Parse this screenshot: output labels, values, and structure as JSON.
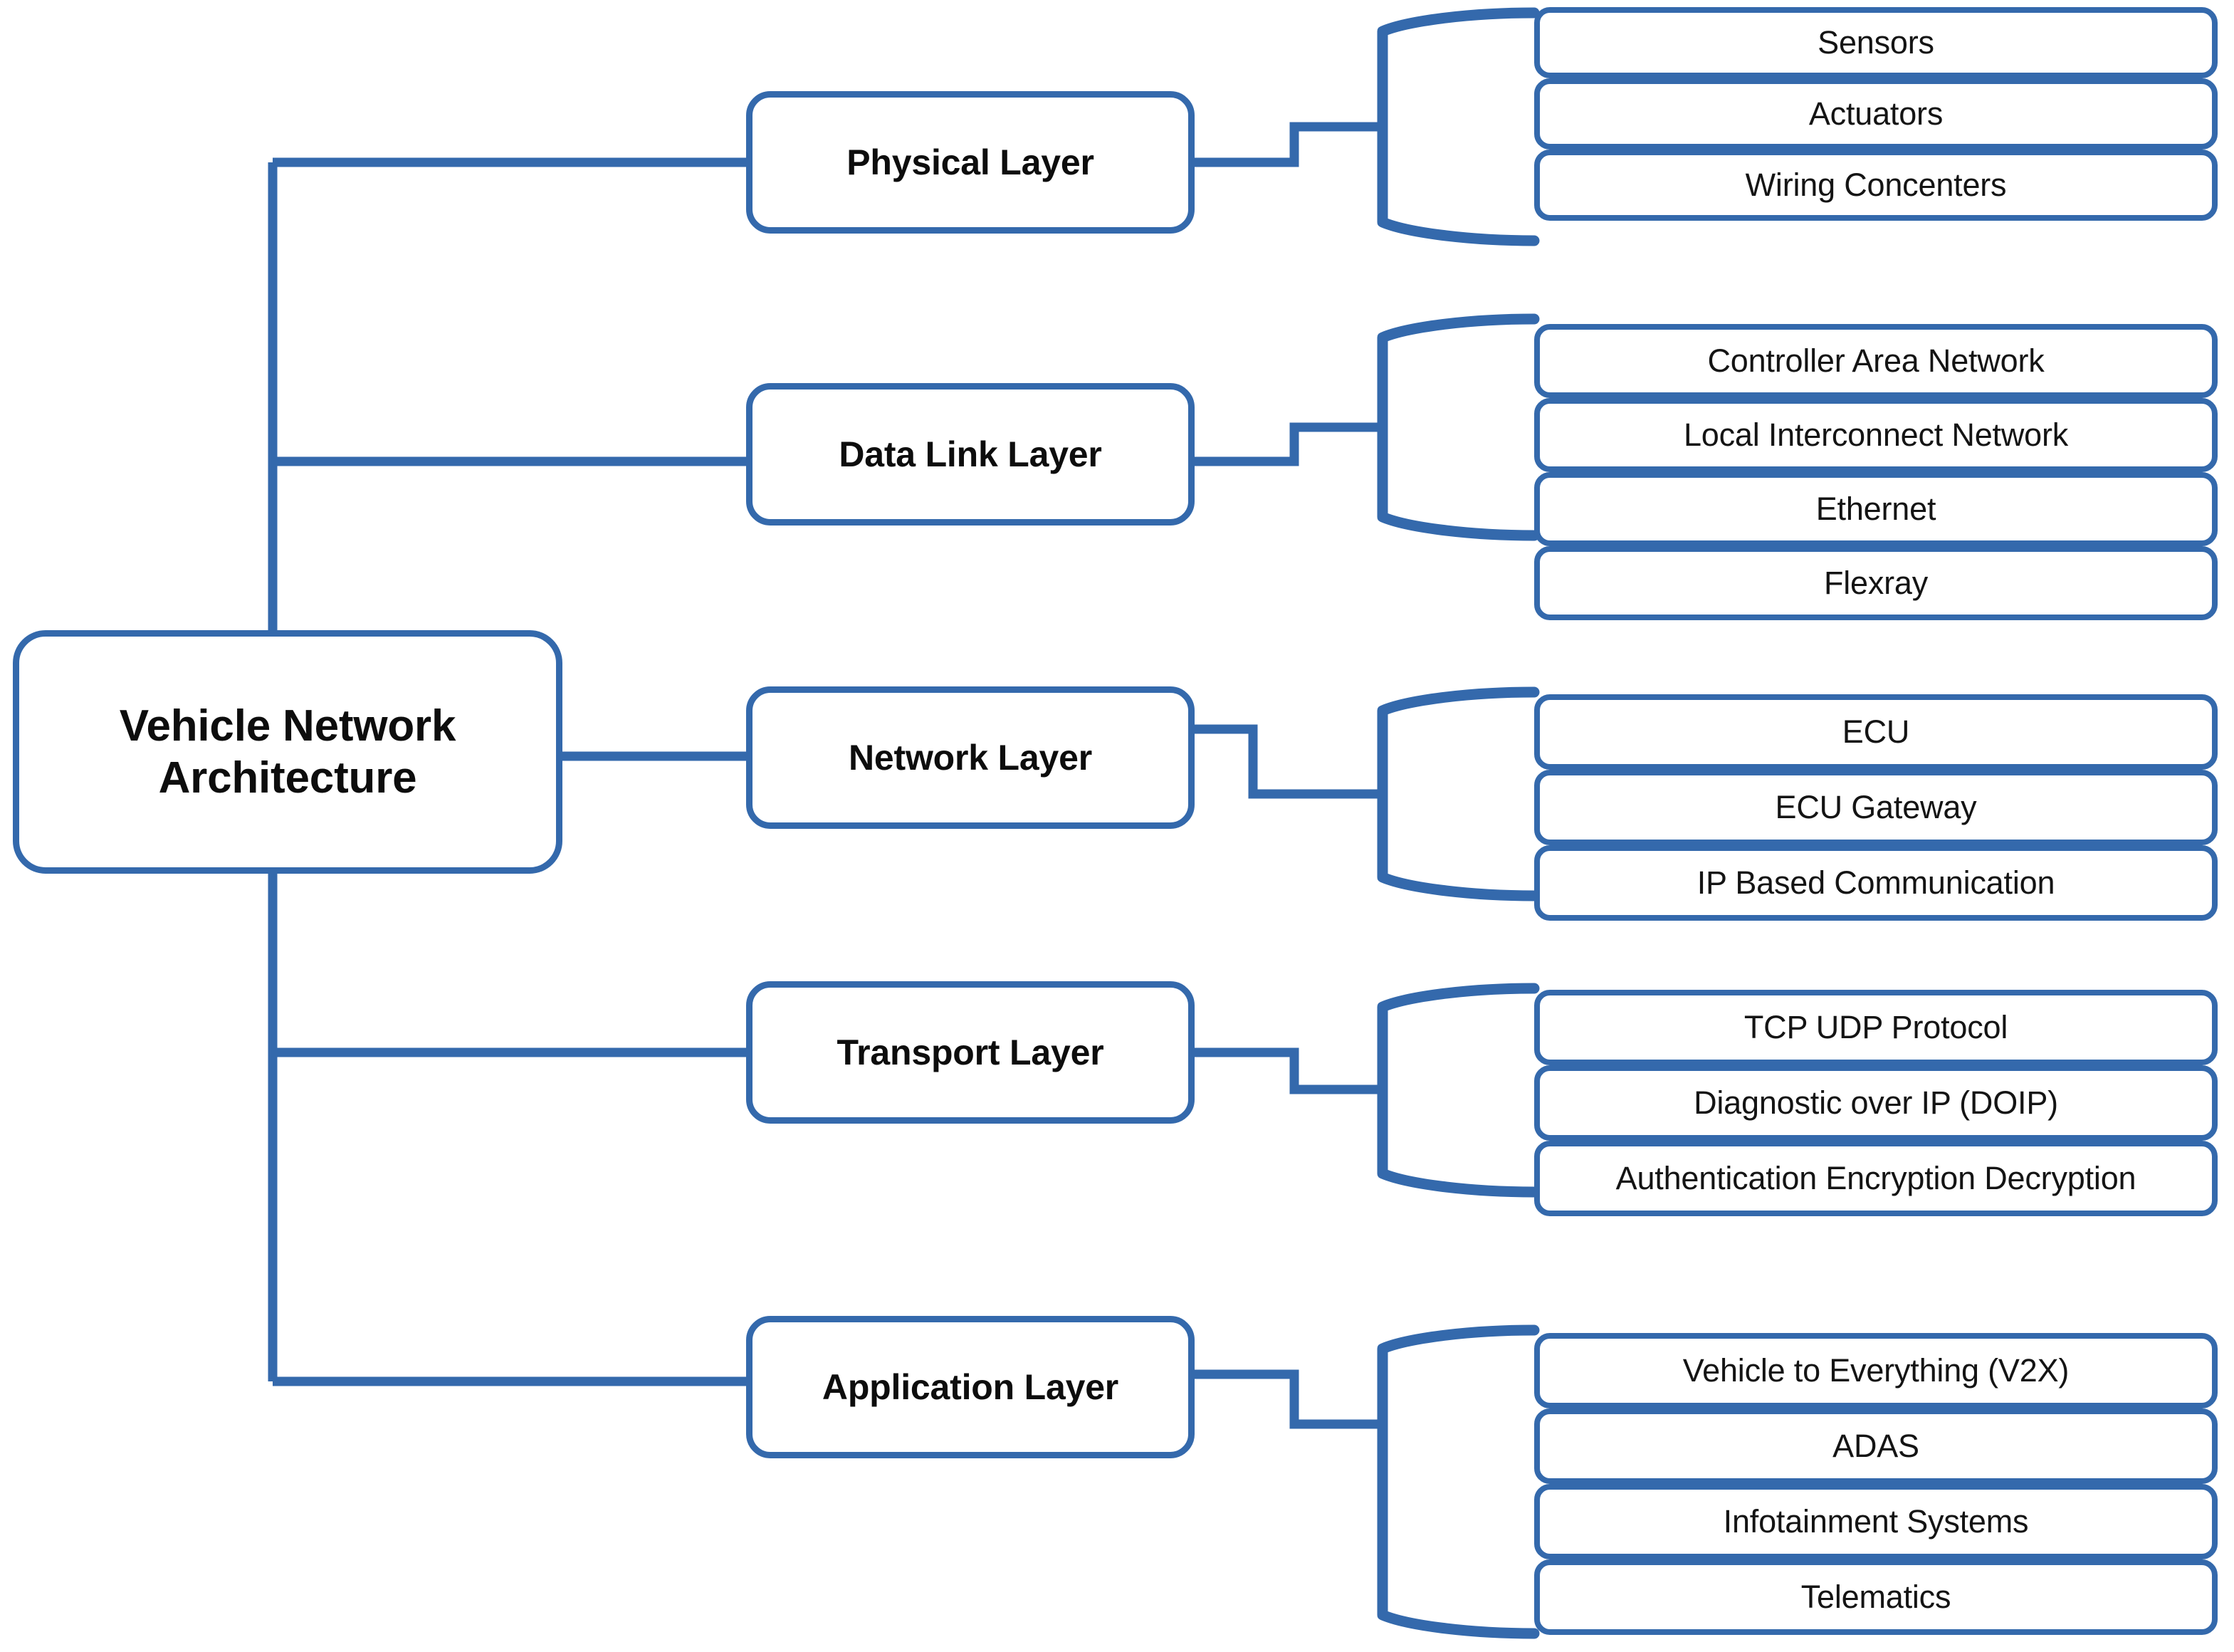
{
  "diagram": {
    "title": "Vehicle Network Architecture",
    "type": "mind-map-tree",
    "accent_color": "#3469AC",
    "background_color": "#FFFFFF",
    "text_color": "#111111"
  },
  "root": {
    "label": "Vehicle Network Architecture",
    "line1": "Vehicle Network",
    "line2": "Architecture"
  },
  "branches": [
    {
      "id": "physical",
      "label": "Physical Layer",
      "leaves": [
        {
          "label": "Sensors"
        },
        {
          "label": "Actuators"
        },
        {
          "label": "Wiring Concenters"
        }
      ]
    },
    {
      "id": "datalink",
      "label": "Data Link Layer",
      "leaves": [
        {
          "label": "Controller Area Network"
        },
        {
          "label": "Local Interconnect Network"
        },
        {
          "label": "Ethernet"
        },
        {
          "label": "Flexray"
        }
      ]
    },
    {
      "id": "network",
      "label": "Network Layer",
      "leaves": [
        {
          "label": "ECU"
        },
        {
          "label": "ECU Gateway"
        },
        {
          "label": "IP Based Communication"
        }
      ]
    },
    {
      "id": "transport",
      "label": "Transport Layer",
      "leaves": [
        {
          "label": "TCP UDP Protocol"
        },
        {
          "label": "Diagnostic over IP (DOIP)"
        },
        {
          "label": "Authentication Encryption Decryption"
        }
      ]
    },
    {
      "id": "application",
      "label": "Application Layer",
      "leaves": [
        {
          "label": "Vehicle to Everything (V2X)"
        },
        {
          "label": "ADAS"
        },
        {
          "label": "Infotainment Systems"
        },
        {
          "label": "Telematics"
        }
      ]
    }
  ]
}
